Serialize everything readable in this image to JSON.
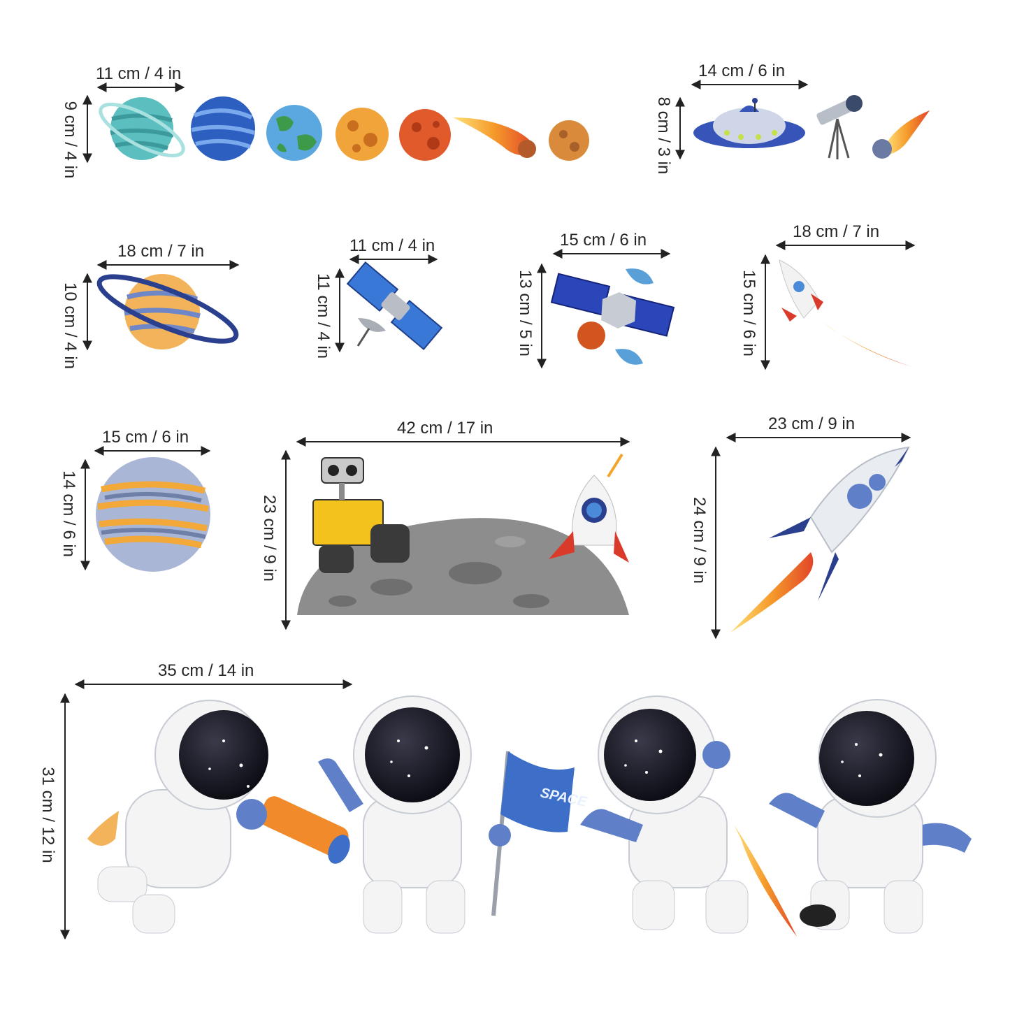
{
  "colors": {
    "ink": "#262626",
    "navy": "#2b3f8f",
    "blue": "#3d6fc9",
    "orange": "#f29a2e",
    "red": "#d9432a",
    "moon_gray": "#8d8d8d",
    "yellow": "#f3c21d"
  },
  "dimensions": {
    "planets_row_w": "11 cm / 4 in",
    "planets_row_h": "9 cm / 4 in",
    "ufo_group_w": "14 cm / 6 in",
    "ufo_group_h": "8 cm / 3 in",
    "saturn_w": "18 cm / 7 in",
    "saturn_h": "10 cm / 4 in",
    "small_satellite_w": "11 cm / 4 in",
    "small_satellite_h": "11 cm / 4 in",
    "big_satellite_w": "15 cm / 6 in",
    "big_satellite_h": "13 cm / 5 in",
    "small_rocket_w": "18 cm / 7 in",
    "small_rocket_h": "15 cm / 6 in",
    "jupiter_w": "15 cm / 6 in",
    "jupiter_h": "14 cm / 6 in",
    "moon_scene_w": "42 cm / 17 in",
    "moon_scene_h": "23 cm / 9 in",
    "big_rocket_w": "23 cm / 9 in",
    "big_rocket_h": "24 cm / 9 in",
    "astronauts_w": "35 cm / 14 in",
    "astronauts_h": "31 cm / 12 in"
  },
  "flag_text": "SPACE"
}
